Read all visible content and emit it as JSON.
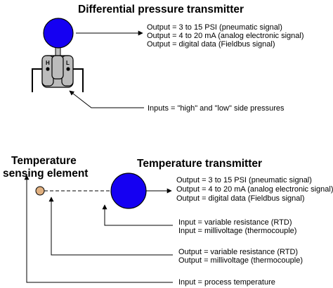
{
  "diagram": {
    "dp_transmitter": {
      "title": "Differential pressure transmitter",
      "outputs": [
        "Output = 3 to 15 PSI (pneumatic signal)",
        "Output = 4 to 20 mA (analog electronic signal)",
        "Output = digital data (Fieldbus signal)"
      ],
      "high_port_label": "H",
      "low_port_label": "L",
      "inputs_label": "Inputs = \"high\" and \"low\" side pressures"
    },
    "temperature_sensing_element": {
      "title_line1": "Temperature",
      "title_line2": "sensing element"
    },
    "temperature_transmitter": {
      "title": "Temperature transmitter",
      "outputs": [
        "Output = 3 to 15 PSI (pneumatic signal)",
        "Output = 4 to 20 mA (analog electronic signal)",
        "Output = digital data (Fieldbus signal)"
      ],
      "inputs": [
        "Input = variable resistance (RTD)",
        "Input = millivoltage (thermocouple)"
      ]
    },
    "sensing_element_outputs": [
      "Output = variable resistance (RTD)",
      "Output = millivoltage (thermocouple)"
    ],
    "process_input_label": "Input = process temperature",
    "colors": {
      "transmitter_body": "#1500f2",
      "sensing_bulb": "#e0b080",
      "manifold": "#bcbcbc",
      "line": "#000000"
    }
  }
}
